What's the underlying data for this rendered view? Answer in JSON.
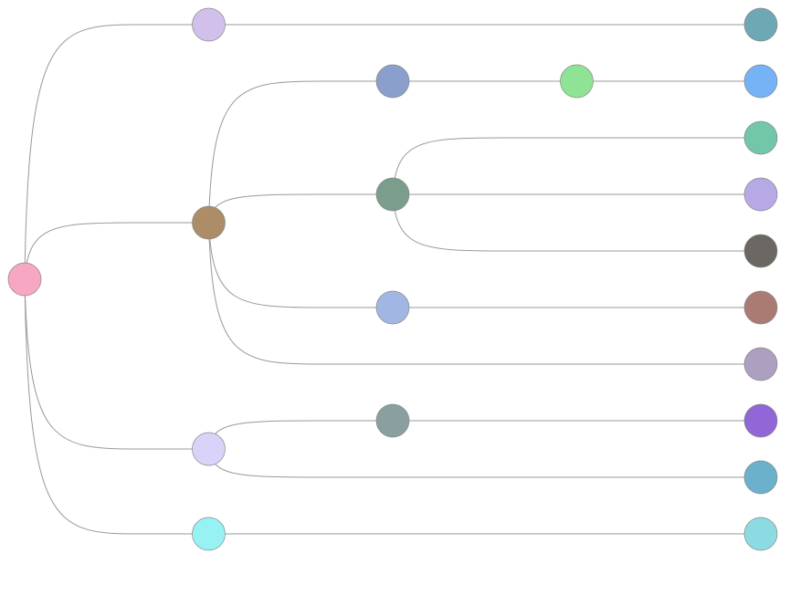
{
  "diagram": {
    "type": "tree",
    "root": {
      "id": "n0",
      "color": "#f7a6c4",
      "children": [
        {
          "id": "n1",
          "color": "#d2c0ec",
          "children": [
            {
              "id": "n2",
              "color": "#6ea8b4"
            }
          ]
        },
        {
          "id": "n3",
          "color": "#ad8c68",
          "children": [
            {
              "id": "n4",
              "color": "#8b9fcc",
              "children": [
                {
                  "id": "n5",
                  "color": "#8fe394",
                  "children": [
                    {
                      "id": "n6",
                      "color": "#75b2f6"
                    }
                  ]
                }
              ]
            },
            {
              "id": "n7",
              "color": "#7b9d8b",
              "children": [
                {
                  "id": "n8",
                  "color": "#72c7a9"
                },
                {
                  "id": "n9",
                  "color": "#b6a9e6"
                },
                {
                  "id": "n10",
                  "color": "#6b6763"
                }
              ]
            },
            {
              "id": "n11",
              "color": "#a2b6e3",
              "children": [
                {
                  "id": "n12",
                  "color": "#a97b73"
                }
              ]
            },
            {
              "id": "n13",
              "color": "#ac9fbf"
            }
          ]
        },
        {
          "id": "n14",
          "color": "#d9d3fa",
          "children": [
            {
              "id": "n15",
              "color": "#8aa0a0",
              "children": [
                {
                  "id": "n16",
                  "color": "#9166d6"
                }
              ]
            },
            {
              "id": "n17",
              "color": "#6bb1cb"
            }
          ]
        },
        {
          "id": "n18",
          "color": "#97f2f3",
          "children": [
            {
              "id": "n19",
              "color": "#8cdbe3"
            }
          ]
        }
      ]
    }
  }
}
